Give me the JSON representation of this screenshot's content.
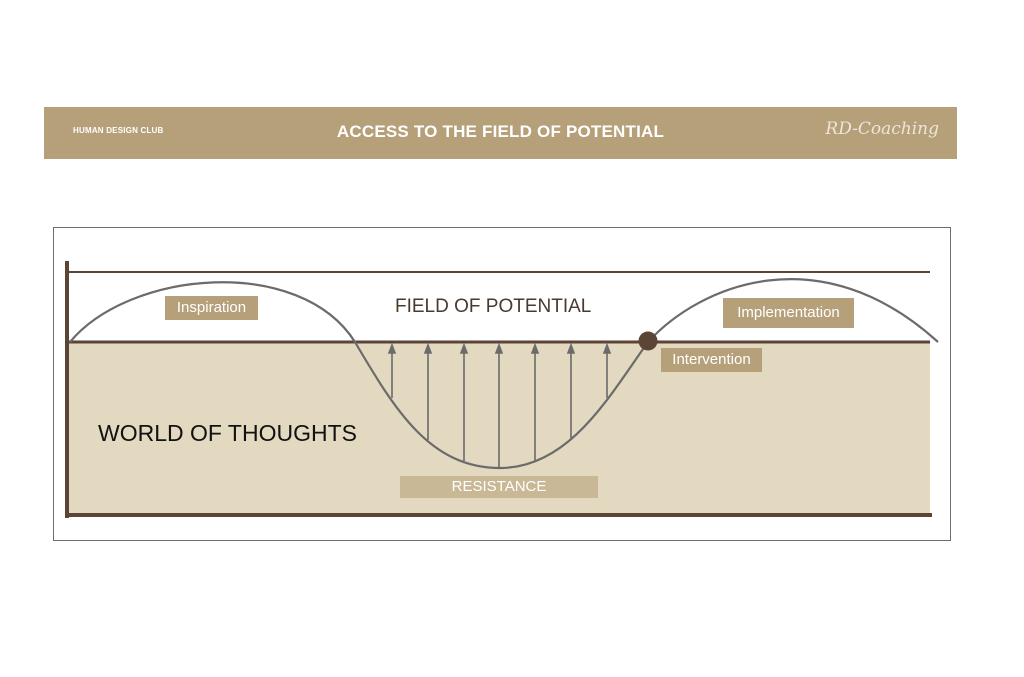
{
  "banner": {
    "club": "HUMAN DESIGN CLUB",
    "title": "ACCESS TO THE FIELD OF POTENTIAL",
    "logo": "RD-Coaching"
  },
  "diagram": {
    "field_label": "FIELD OF POTENTIAL",
    "world_label": "WORLD OF THOUGHTS",
    "inspiration": "Inspiration",
    "implementation": "Implementation",
    "intervention": "Intervention",
    "resistance": "RESISTANCE"
  },
  "colors": {
    "banner": "#b6a07a",
    "thought_area": "#e3d8c0",
    "frame_lines": "#5a4536",
    "curve": "#6b6b6b",
    "label_box": "#b6a07a",
    "resistance_box": "#c9b896"
  }
}
